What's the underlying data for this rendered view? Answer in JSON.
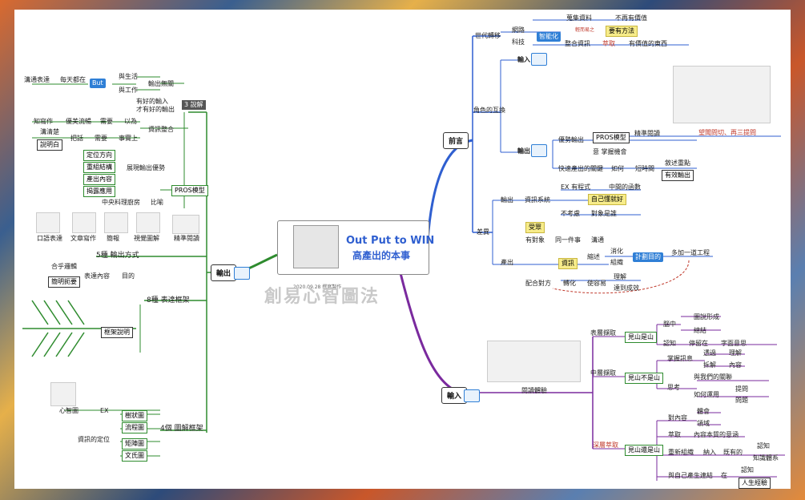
{
  "center": {
    "title1": "Out Put to WIN",
    "title2": "高產出的本事",
    "book_date": "2020.09.28 撰寫製作",
    "watermark": "創易心智圖法"
  },
  "output": {
    "label": "輸出",
    "sec3": "3 說解",
    "b_but": "But",
    "b1": "與生活",
    "b2": "與工作",
    "b3": "輸出無關",
    "b4": "溝通表達",
    "b5": "每天都在",
    "b6": "有好的輸入",
    "b7": "才有好的輸出",
    "b8": "知寫作",
    "b9": "優美流暢",
    "b10": "需要",
    "b11": "以為",
    "b12": "資訊整合",
    "b13": "溝清楚",
    "b14": "說明白",
    "b15": "把話",
    "b16": "需要",
    "b17": "事實上",
    "pros": "PROS模型",
    "p1": "定位方向",
    "p2": "重組結構",
    "p3": "產出內容",
    "p4": "揭露應用",
    "p5": "展現輸出優勢",
    "p6": "中央料理廚房",
    "p7": "比喻",
    "i1": "口語表達",
    "i2": "文章寫作",
    "i3": "簡報",
    "i4": "視覺圖解",
    "i5": "精準閱讀",
    "sec5": "5種 輸出方式",
    "f1": "合乎邏輯",
    "f2": "簡明扼要",
    "f3": "表達內容",
    "f4": "目的",
    "sec8": "8種 表達框架",
    "fish": "框架說明",
    "g1": "心智圖",
    "g2": "EX",
    "g3": "樹狀圖",
    "g4": "流程圖",
    "g5": "資訊的定位",
    "g6": "矩陣圖",
    "g7": "文氏圖",
    "sec4": "4個 圖解框架"
  },
  "preface": {
    "label": "前言",
    "a1": "世代轉移",
    "a2": "網路",
    "a3": "科技",
    "a4": "智能化",
    "a5": "蒐集資料",
    "a6": "不再有價值",
    "a7": "輕而易之",
    "a8": "要有方法",
    "a9": "整合資訊",
    "a10": "萃取",
    "a11": "有價值的東西",
    "a12": "角色的互換",
    "a13": "輸入",
    "a14": "輸出",
    "a15": "優勢輸出",
    "a16": "PROS模型",
    "a17": "精準閱讀",
    "a18": "意 掌握機會",
    "a19": "快速產出的關鍵",
    "a20": "如何",
    "a21": "短時間",
    "a22": "敘述重點",
    "a23": "有效輸出",
    "a24": "望聞問切、再三提問",
    "d1": "差異",
    "d2": "輸出",
    "d3": "資訊系統",
    "d4": "EX 有程式",
    "d5": "中間的函數",
    "d6": "自己懂就好",
    "d7": "不考慮",
    "d8": "對象是誰",
    "d9": "產出",
    "d10": "受眾",
    "d11": "有對象",
    "d12": "同一件事",
    "d13": "溝通",
    "d14": "資訊",
    "d15": "縮述",
    "d16": "消化",
    "d17": "組織",
    "d18": "計劃目的",
    "d19": "多加一道工程",
    "d20": "配合對方",
    "d21": "轉化",
    "d22": "使容易",
    "d23": "理解",
    "d24": "達到成效"
  },
  "input": {
    "label": "輸入",
    "c1": "閱讀體驗",
    "e1": "表層擷取",
    "e2": "見山是山",
    "e3": "腦中",
    "e4": "圖說形成",
    "e5": "總結",
    "e6": "認知",
    "e7": "停留在",
    "e8": "字面意思",
    "e9": "中層擷取",
    "e10": "見山不是山",
    "e11": "掌握訊息",
    "e12": "透過",
    "e13": "理解",
    "e14": "拆解",
    "e15": "內容",
    "e16": "思考",
    "e17": "與我們的關聯",
    "e18": "如何運用",
    "e19": "提問",
    "e20": "問題",
    "e21": "深層萃取",
    "e22": "見山還是山",
    "e23": "對內容",
    "e24": "體會",
    "e25": "領域",
    "e26": "萃取",
    "e27": "內容本質的意涵",
    "e28": "重新組織",
    "e29": "納入",
    "e30": "既有的",
    "e31": "認知",
    "e32": "知識體系",
    "e33": "與自己產生連結",
    "e34": "在",
    "e35": "認知",
    "e36": "人生經驗"
  },
  "colors": {
    "left": "#2e8b2e",
    "right_top": "#2f5fd0",
    "right_bottom": "#7a2a9e",
    "highlight": "#f7ec8a",
    "accent": "#2f7fd6"
  }
}
